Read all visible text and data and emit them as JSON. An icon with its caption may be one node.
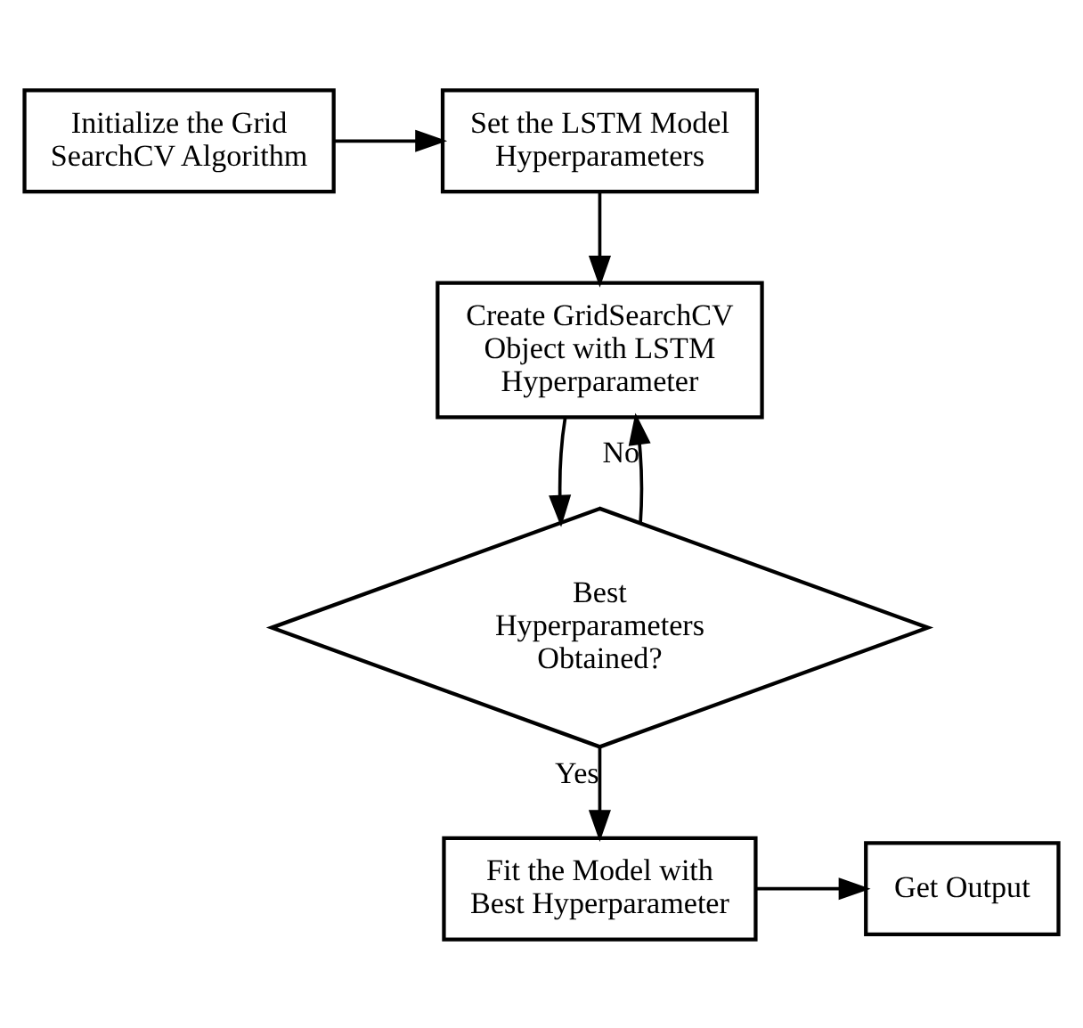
{
  "diagram": {
    "nodes": [
      {
        "text": [
          "Initialize the Grid SearchCV Algorithm"
        ]
      },
      {
        "text": [
          "Set the LSTM Model Hyperparameters"
        ]
      },
      {
        "text": [
          "Create GridSearchCV Object with LSTM Hyperparameter"
        ]
      },
      {
        "text": [
          "Best Hyperparameters Obtained?"
        ]
      },
      {
        "text": [
          "Fit the Model with Best Hyperparameter"
        ]
      },
      {
        "text": [
          "Get Output"
        ]
      }
    ],
    "edges": [
      {
        "from": 0,
        "to": 1,
        "arrow": "to"
      },
      {
        "from": 1,
        "to": 2,
        "arrow": "to"
      },
      {
        "from": 2,
        "to": 3,
        "arrow": "to"
      },
      {
        "from": 3,
        "to": 2,
        "arrow": "to",
        "label": "No"
      },
      {
        "from": 3,
        "to": 4,
        "arrow": "to",
        "label": "Yes"
      },
      {
        "from": 4,
        "to": 5,
        "arrow": "to"
      }
    ]
  }
}
